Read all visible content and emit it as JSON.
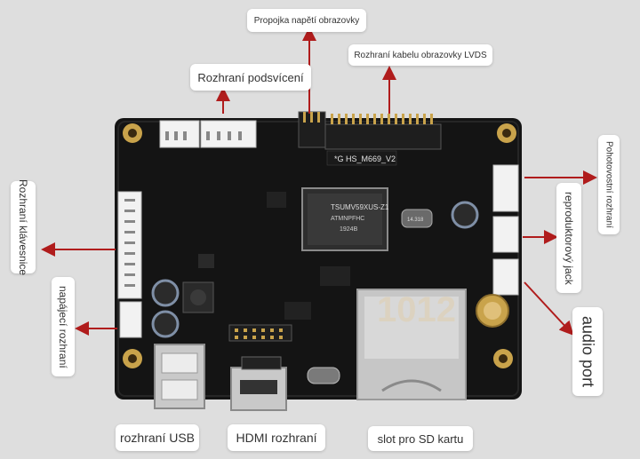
{
  "labels": {
    "lcd_voltage_jumper": "Propojka napětí obrazovky",
    "backlight_interface": "Rozhraní podsvícení",
    "lvds_cable_interface": "Rozhraní kabelu obrazovky LVDS",
    "keyboard_interface": "Rozhraní klávesnice",
    "power_interface": "napájecí rozhraní",
    "standby_interface": "Pohotovostní rozhraní",
    "speaker_jack": "reproduktorový jack",
    "audio_port": "audio port",
    "usb_interface": "rozhraní USB",
    "hdmi_interface": "HDMI rozhraní",
    "sd_slot": "slot pro SD kartu"
  },
  "board": {
    "silkscreen": "*G HS_M669_V2",
    "chip_line1": "TSUMV59XUS-Z1",
    "chip_line2": "ATMNPFHC",
    "chip_line3": "1924B",
    "crystal": "14.318",
    "watermark": "1012"
  },
  "colors": {
    "background": "#dedede",
    "pcb": "#141414",
    "arrow": "#b01c1c",
    "label_bg": "#ffffff",
    "header_white": "#f2f2f2",
    "gold": "#c9a34b"
  }
}
